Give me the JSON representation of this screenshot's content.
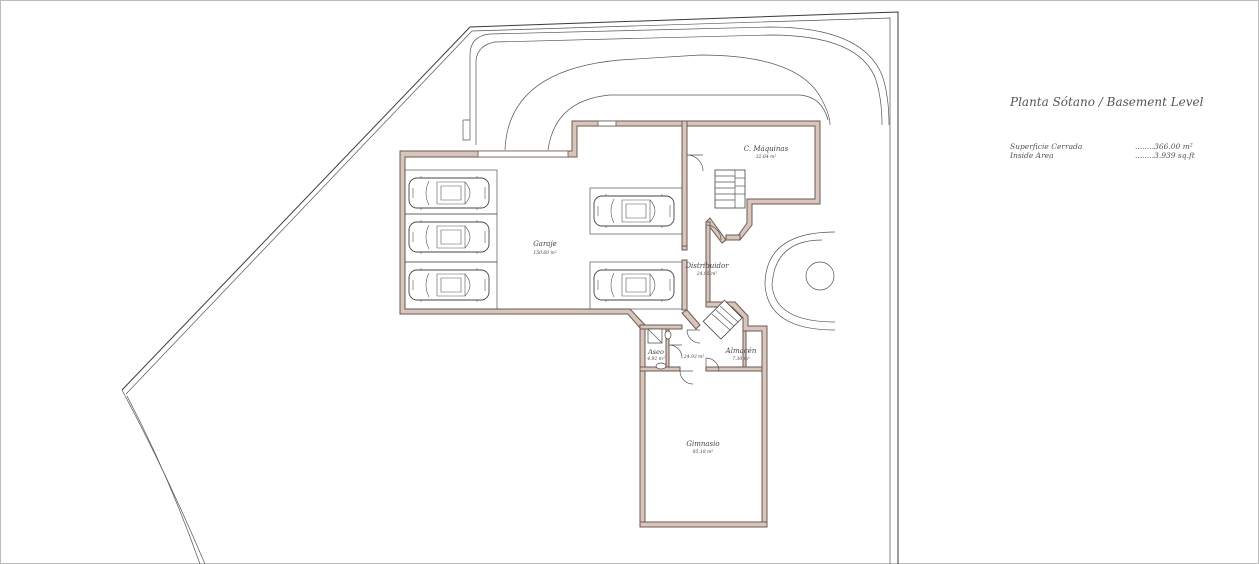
{
  "legend": {
    "title": "Planta Sótano / Basement Level",
    "rows": [
      {
        "label": "Superficie Cerrada",
        "value": "........366.00 m²"
      },
      {
        "label": "Inside Area",
        "value": "........3.939 sq.ft"
      }
    ]
  },
  "rooms": {
    "garaje": {
      "name": "Garaje",
      "area": "150.60 m²"
    },
    "maquinas": {
      "name": "C. Máquinas",
      "area": "32.64 m²"
    },
    "distribuidor": {
      "name": "Distribuidor",
      "area": "24.95 m²"
    },
    "aseo": {
      "name": "Aseo",
      "area": "4.92 m²"
    },
    "vestibulo": {
      "name": "",
      "area": "24.93 m²"
    },
    "almacen": {
      "name": "Almacén",
      "area": "7.30 m²"
    },
    "gimnasio": {
      "name": "Gimnasio",
      "area": "85.18 m²"
    }
  },
  "cars": [
    "car-1",
    "car-2",
    "car-3",
    "car-4",
    "car-5"
  ]
}
